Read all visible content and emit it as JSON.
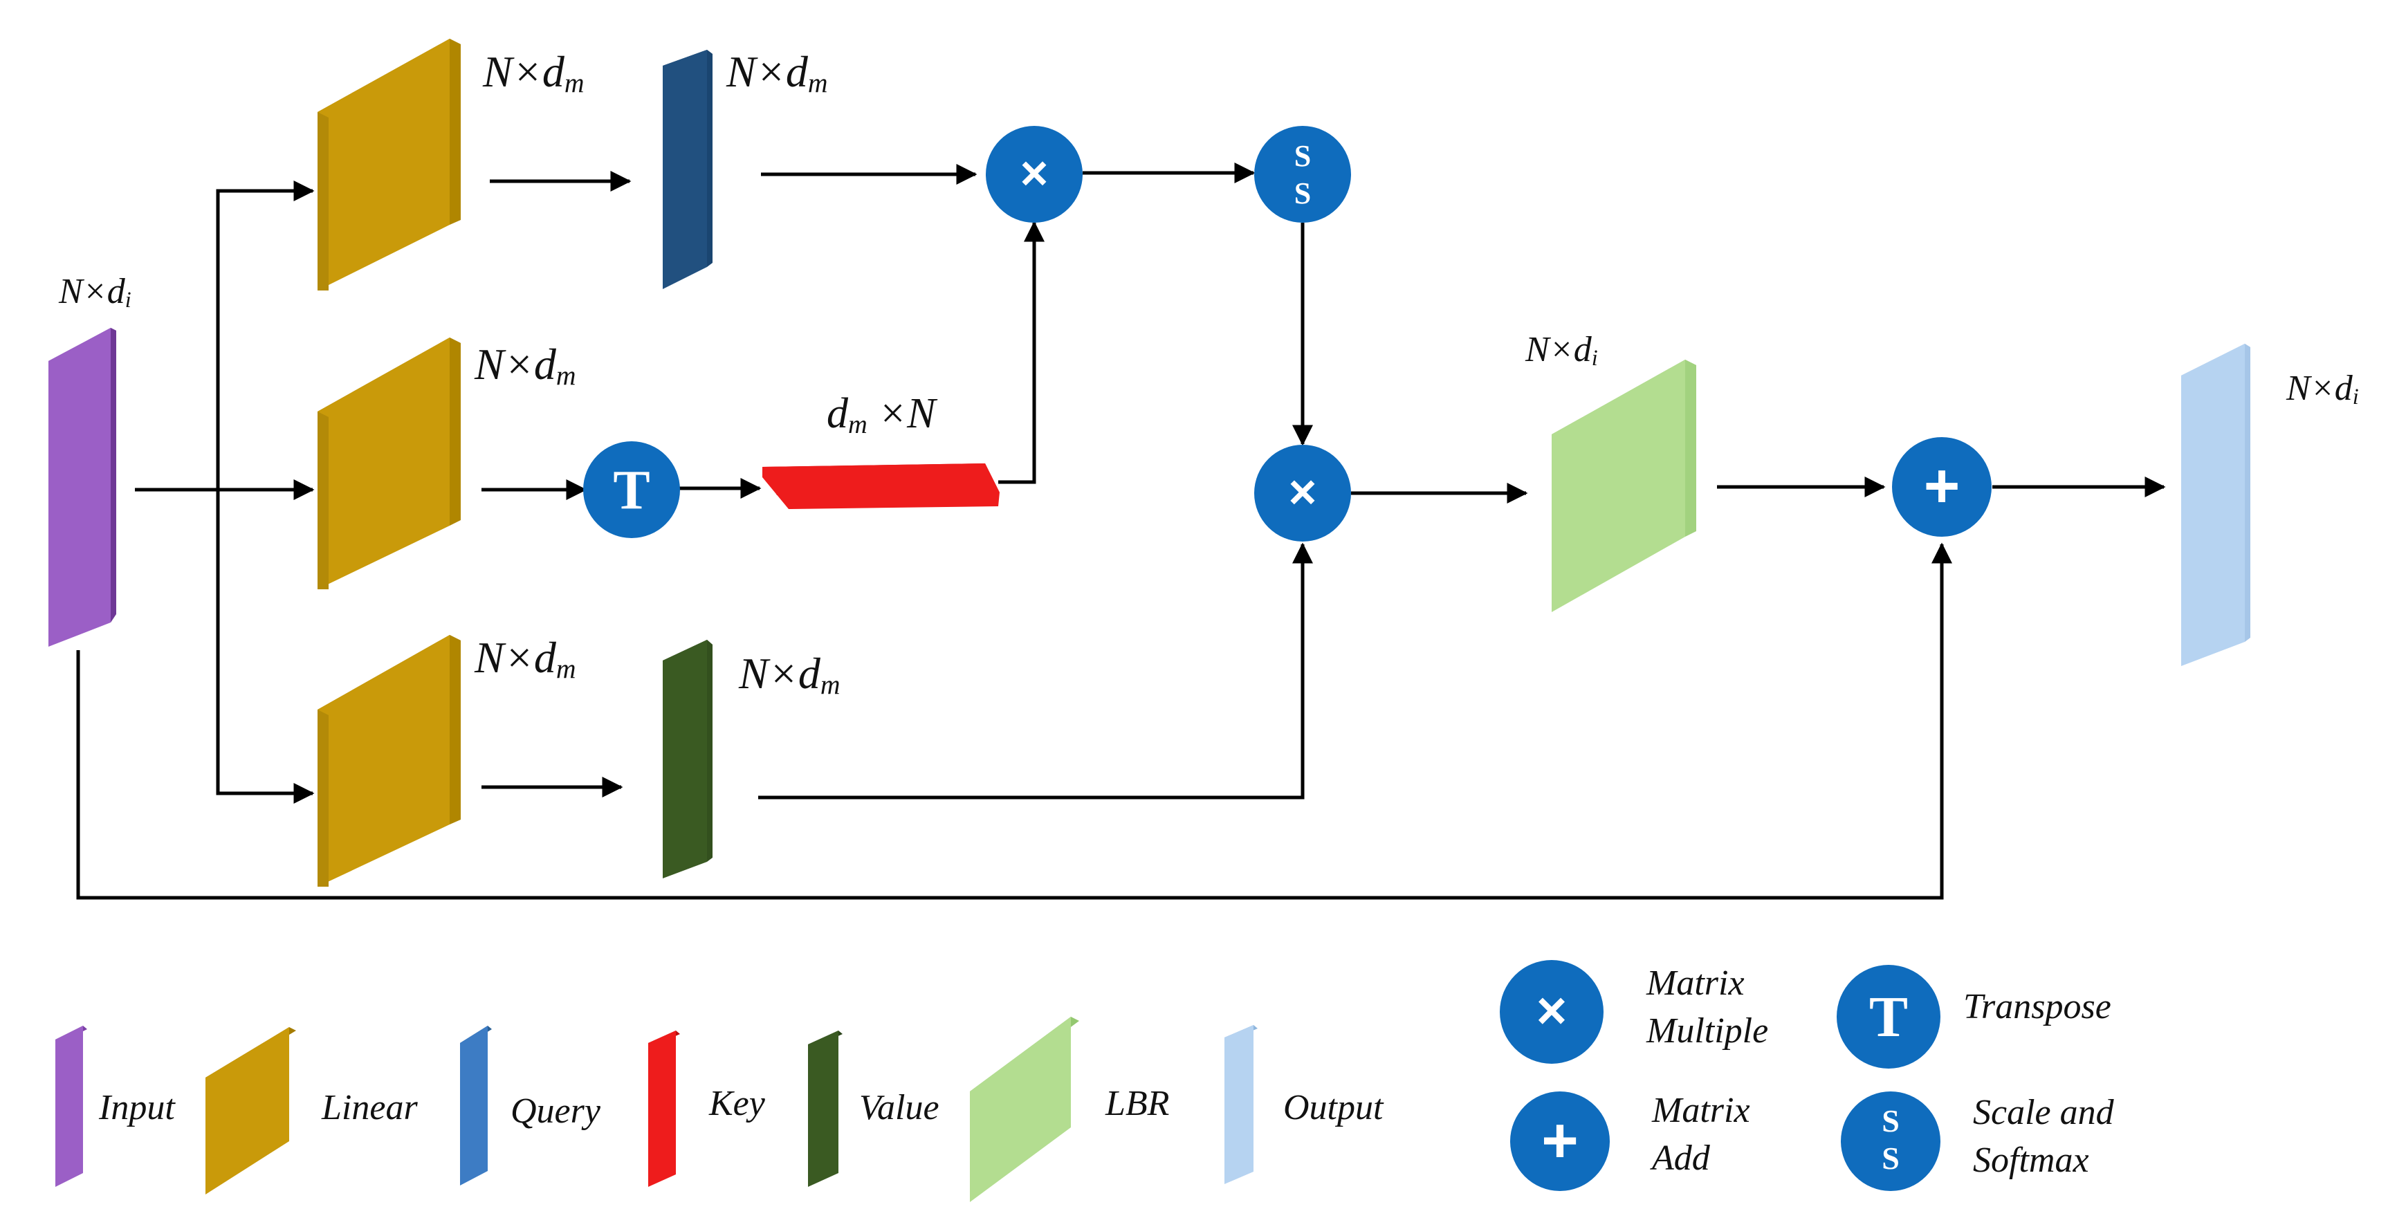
{
  "labels": {
    "input_dim": {
      "main": "N×d",
      "sub": "i"
    },
    "linear_q_dim": {
      "main": "N×d",
      "sub": "m"
    },
    "query_dim": {
      "main": "N×d",
      "sub": "m"
    },
    "linear_k_dim": {
      "main": "N×d",
      "sub": "m"
    },
    "key_dim": {
      "main": "d",
      "sub": "m",
      "tail": " ×N"
    },
    "linear_v_dim": {
      "main": "N×d",
      "sub": "m"
    },
    "value_dim": {
      "main": "N×d",
      "sub": "m"
    },
    "lbr_dim": {
      "main": "N×d",
      "sub": "i"
    },
    "output_dim": {
      "main": "N×d",
      "sub": "i"
    }
  },
  "operators": {
    "matmul_symbol": "×",
    "add_symbol": "+",
    "transpose_symbol": "T",
    "scale_softmax_symbol_1": "S",
    "scale_softmax_symbol_2": "S"
  },
  "legend": {
    "input": "Input",
    "linear": "Linear",
    "query": "Query",
    "key": "Key",
    "value": "Value",
    "lbr": "LBR",
    "output": "Output",
    "matmul_line1": "Matrix",
    "matmul_line2": "Multiple",
    "transpose": "Transpose",
    "add_line1": "Matrix",
    "add_line2": "Add",
    "scale_line1": "Scale and",
    "scale_line2": "Softmax"
  },
  "colors": {
    "input": "#9b5fc6",
    "linear": "#c99a0a",
    "query": "#21507f",
    "key": "#ee1c1c",
    "value": "#3a5a22",
    "lbr": "#b3dd90",
    "output": "#b6d3f1",
    "operator": "#0f6cbd",
    "line": "#000000"
  }
}
